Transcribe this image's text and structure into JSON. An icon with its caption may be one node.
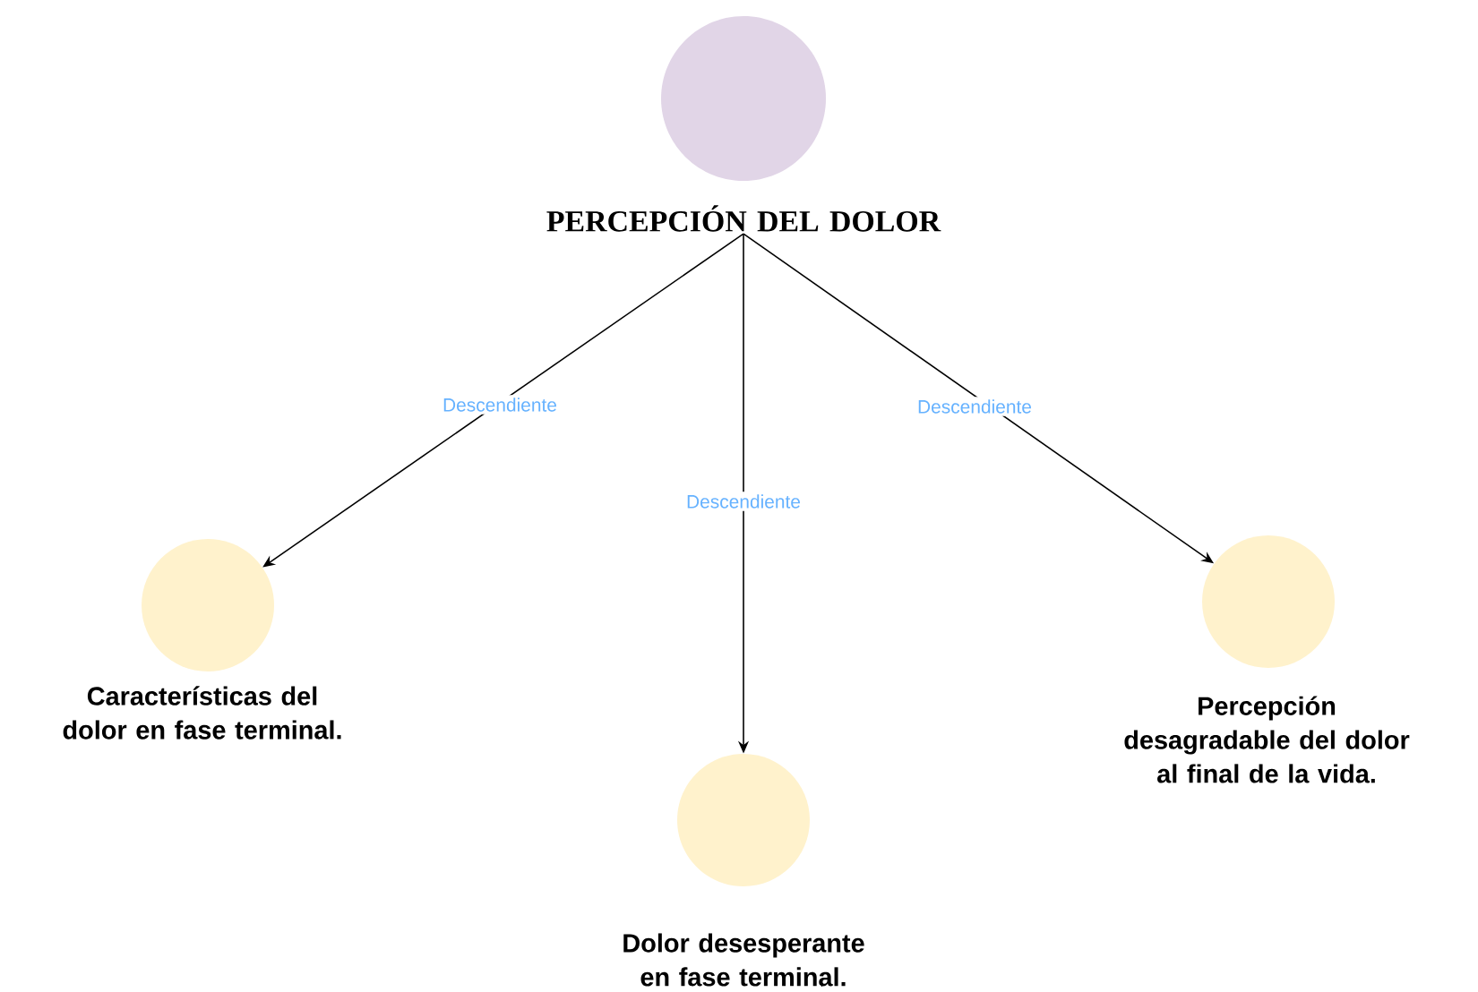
{
  "diagram": {
    "nodes": [
      {
        "text": [
          "PERCEPCIÓN DEL DOLOR"
        ]
      },
      {
        "text": [
          "Características del dolor en fase terminal."
        ]
      },
      {
        "text": [
          "Dolor desesperante en fase terminal."
        ]
      },
      {
        "text": [
          "Percepción desagradable del dolor al final de la vida."
        ]
      }
    ],
    "edges": [
      {
        "from": 0,
        "to": 1,
        "arrow": "to",
        "label": "Descendiente"
      },
      {
        "from": 0,
        "to": 2,
        "arrow": "to",
        "label": "Descendiente"
      },
      {
        "from": 0,
        "to": 3,
        "arrow": "to",
        "label": "Descendiente"
      }
    ]
  }
}
